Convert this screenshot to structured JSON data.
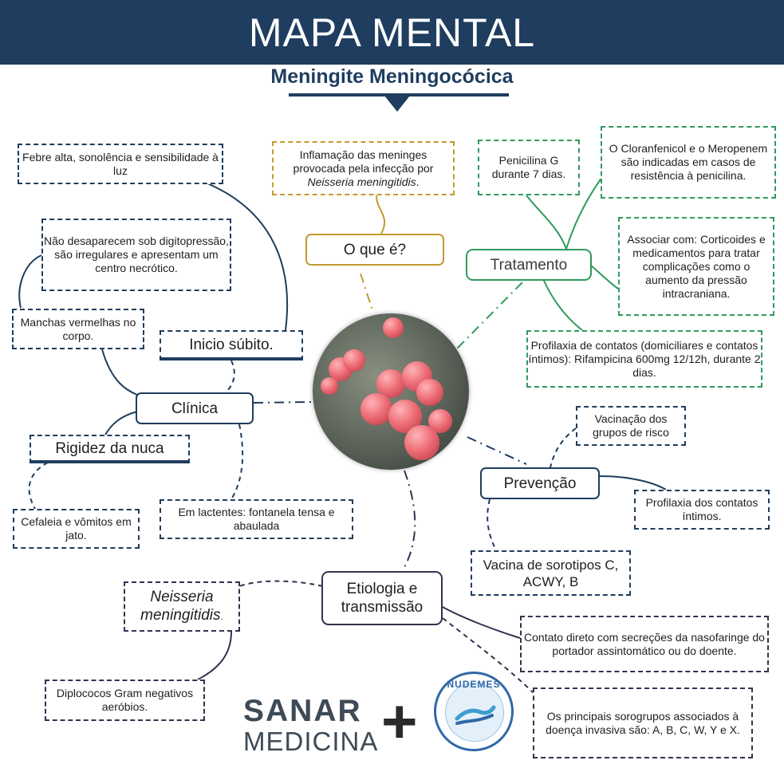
{
  "header": {
    "title": "MAPA MENTAL",
    "subtitle": "Meningite Meningocócica"
  },
  "o_que_e": {
    "label": "O que é?",
    "definition_text": "Inflamação das meninges provocada pela infecção por",
    "definition_italic": "Neisseria meningitidis",
    "definition_end": "."
  },
  "clinica": {
    "label": "Clínica",
    "inicio_subito": "Inicio súbito.",
    "febre": "Febre alta, sonolência e sensibilidade à luz",
    "manchas": "Manchas vermelhas no corpo.",
    "manchas_detalhe": "Não desaparecem sob digitopressão, são irregulares e apresentam um centro necrótico.",
    "rigidez": "Rigidez da nuca",
    "cefaleia": "Cefaleia e vômitos em jato.",
    "lactentes": "Em lactentes: fontanela tensa e abaulada"
  },
  "tratamento": {
    "label": "Tratamento",
    "penicilina": "Penicilina G durante 7 dias.",
    "cloranfenicol": "O Cloranfenicol e o Meropenem são indicadas em casos de resistência à penicilina.",
    "associar": "Associar com: Corticoides e medicamentos para tratar complicações como o aumento da pressão intracraniana.",
    "profilaxia": "Profilaxia de contatos (domiciliares e contatos íntimos): Rifampicina 600mg 12/12h, durante 2 dias."
  },
  "prevencao": {
    "label": "Prevenção",
    "vacinacao": "Vacinação dos grupos de risco",
    "profilaxia": "Profilaxia dos contatos íntimos.",
    "vacina": "Vacina de sorotipos C, ACWY, B"
  },
  "etiologia": {
    "label": "Etiologia e transmissão",
    "neisseria": "Neisseria meningitidis",
    "neisseria_end": ".",
    "diplococos": "Diplococos Gram negativos aeróbios.",
    "contato": "Contato direto com secreções da nasofaringe do portador assintomático ou do doente.",
    "sorogrupos": "Os principais sorogrupos associados à doença invasiva são: A, B, C, W, Y e X."
  },
  "logos": {
    "sanar_line1": "SANAR",
    "sanar_line2": "MEDICINA",
    "plus": "+",
    "nudemes": "NUDEMES"
  },
  "colors": {
    "navy": "#1f3d5e",
    "gold": "#c29a2e",
    "green": "#2e9a5c",
    "purple": "#3a2f4f"
  },
  "icons": {
    "center": "meningococcus-microscopy-image",
    "seal": "nudemes-hands-seal"
  }
}
